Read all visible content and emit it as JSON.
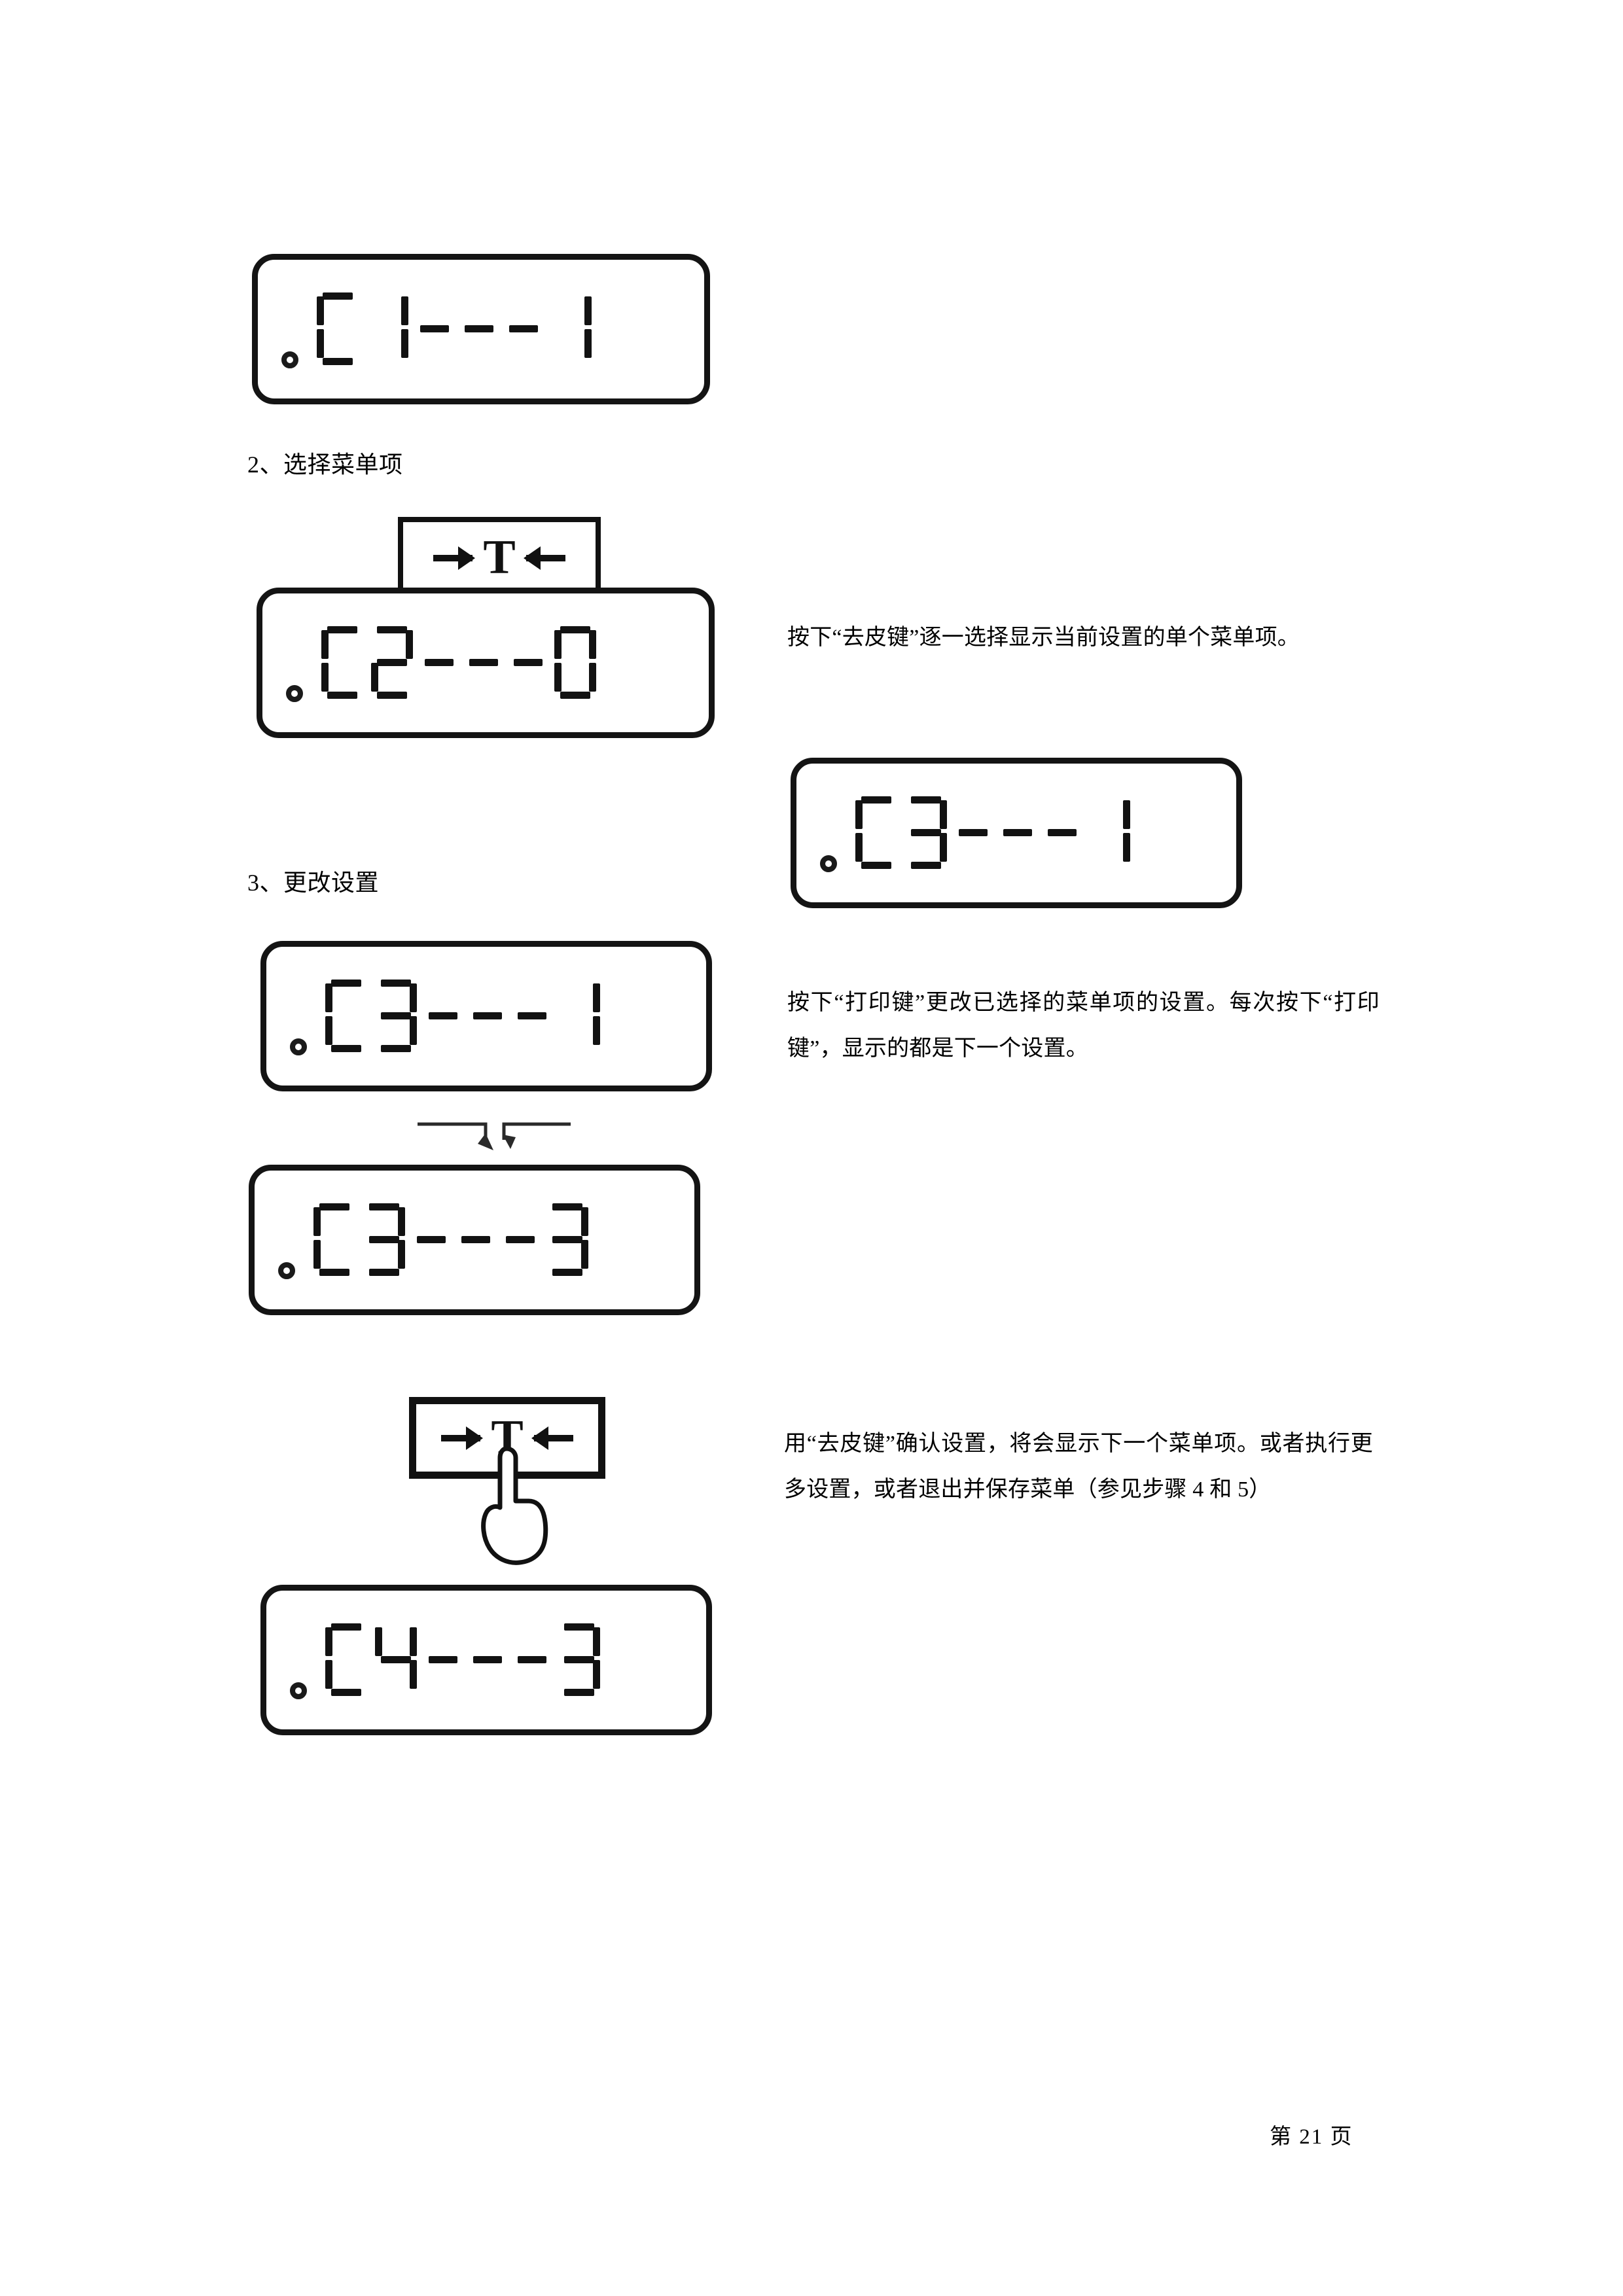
{
  "document": {
    "page_footer": "第 21 页"
  },
  "sections": [
    {
      "id": "step2",
      "heading": "2、选择菜单项"
    },
    {
      "id": "step3",
      "heading": "3、更改设置"
    }
  ],
  "displays": [
    {
      "id": "d1",
      "value": "C1---1",
      "chars": [
        "C",
        "1",
        "-",
        "-",
        "-",
        "1"
      ]
    },
    {
      "id": "d2",
      "value": "C2---0",
      "chars": [
        "C",
        "2",
        "-",
        "-",
        "-",
        "0"
      ]
    },
    {
      "id": "d3",
      "value": "C3---1",
      "chars": [
        "C",
        "3",
        "-",
        "-",
        "-",
        "1"
      ]
    },
    {
      "id": "d4",
      "value": "C3---1",
      "chars": [
        "C",
        "3",
        "-",
        "-",
        "-",
        "1"
      ]
    },
    {
      "id": "d5",
      "value": "C3---3",
      "chars": [
        "C",
        "3",
        "-",
        "-",
        "-",
        "3"
      ]
    },
    {
      "id": "d6",
      "value": "C4---3",
      "chars": [
        "C",
        "4",
        "-",
        "-",
        "-",
        "3"
      ]
    }
  ],
  "keys": [
    {
      "id": "tare1",
      "label": "→T←",
      "name": "去皮键"
    },
    {
      "id": "tare2",
      "label": "→T←",
      "name": "去皮键"
    }
  ],
  "paragraphs": [
    {
      "id": "p1",
      "text": "按下“去皮键”逐一选择显示当前设置的单个菜单项。"
    },
    {
      "id": "p2",
      "text": "按下“打印键”更改已选择的菜单项的设置。每次按下“打印键”，显示的都是下一个设置。"
    },
    {
      "id": "p3",
      "text": "用“去皮键”确认设置，将会显示下一个菜单项。或者执行更多设置，或者退出并保存菜单（参见步骤 4 和 5）"
    }
  ],
  "colors": {
    "ink": "#121212",
    "paper": "#ffffff"
  }
}
